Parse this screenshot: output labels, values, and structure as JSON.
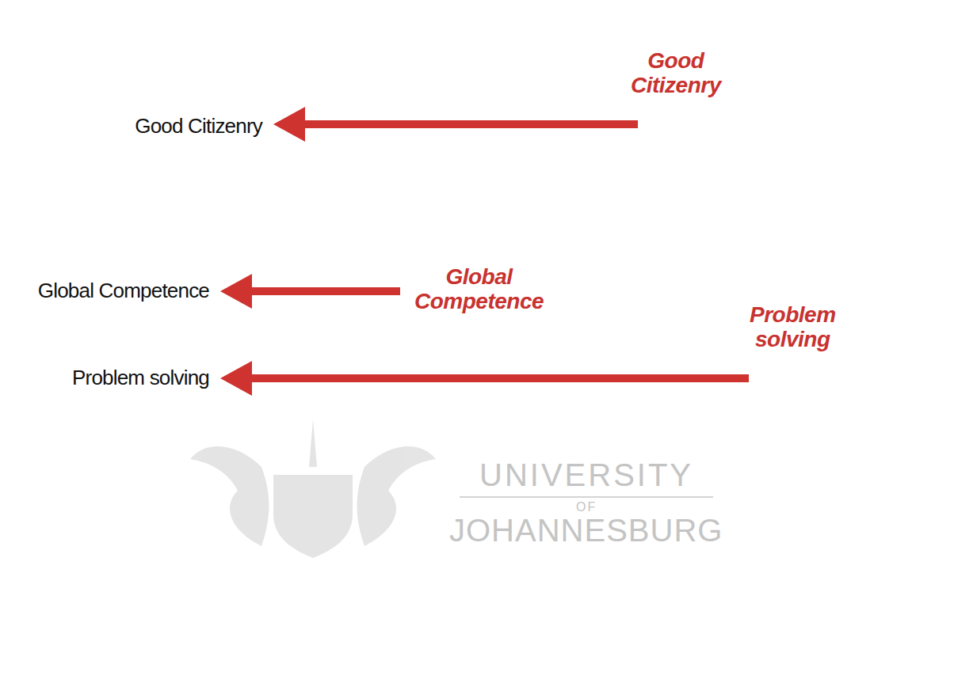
{
  "diagram": {
    "nodes": [
      {
        "text": [
          "Good Citizenry",
          "Global Competence",
          "Problem solving"
        ]
      }
    ],
    "labels": [
      "Good Citizenry",
      "Global Competence",
      "Problem solving",
      "UNIVERSITY",
      "OF",
      "JOHANNESBURG"
    ]
  }
}
